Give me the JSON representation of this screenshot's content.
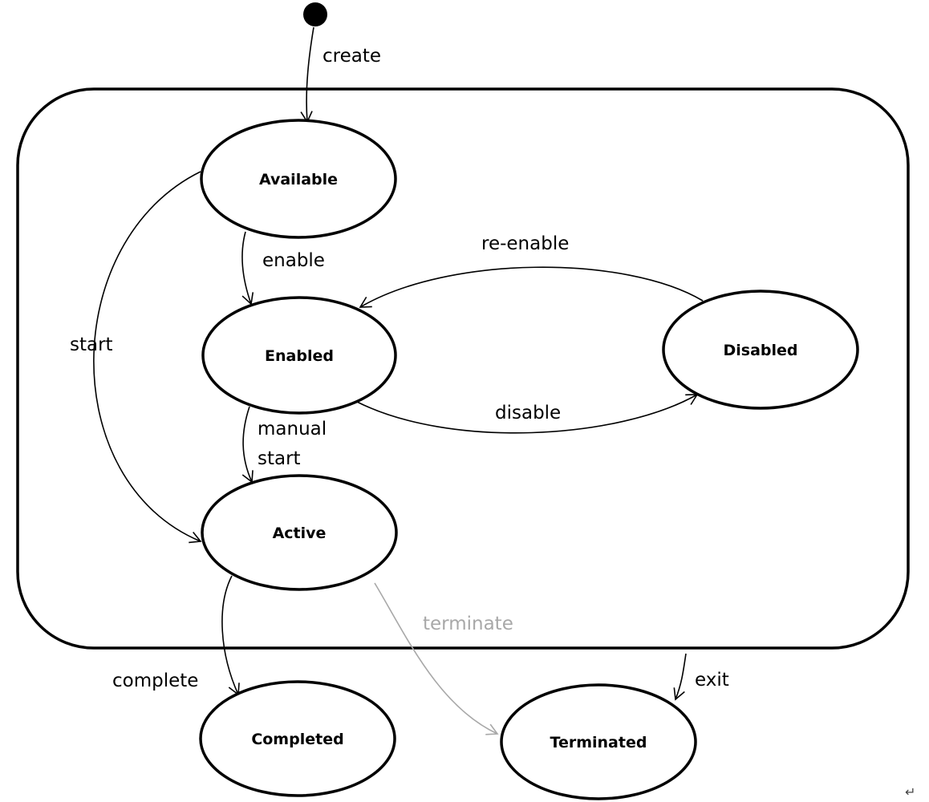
{
  "states": {
    "available": "Available",
    "enabled": "Enabled",
    "disabled": "Disabled",
    "active": "Active",
    "completed": "Completed",
    "terminated": "Terminated"
  },
  "transitions": {
    "create": "create",
    "enable": "enable",
    "start": "start",
    "re_enable": "re-enable",
    "disable": "disable",
    "manual_start_line1": "manual",
    "manual_start_line2": "start",
    "terminate": "terminate",
    "complete": "complete",
    "exit": "exit"
  },
  "colors": {
    "stroke": "#000000",
    "terminate_edge": "#a8a8a8"
  },
  "icons": {
    "initial_state": "filled-circle",
    "paragraph_mark": "return-arrow-icon"
  },
  "paragraph_mark": "↵"
}
